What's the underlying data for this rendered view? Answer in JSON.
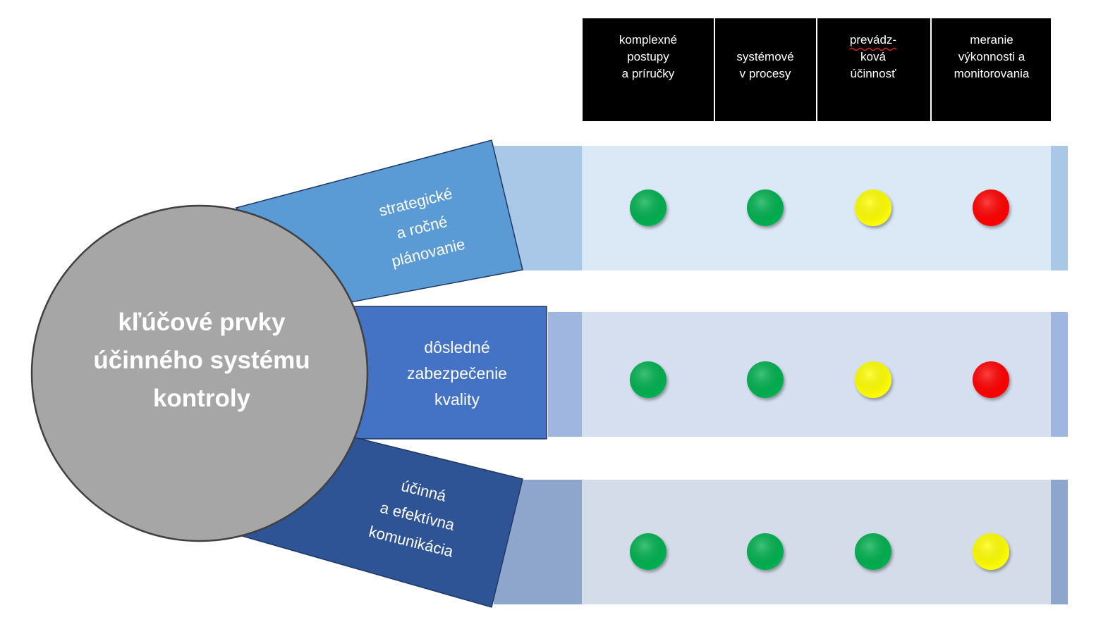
{
  "center": {
    "lines": [
      "kľúčové prvky",
      "účinného systému",
      "kontroly"
    ]
  },
  "columns": [
    {
      "lines": [
        "komplexné",
        "postupy",
        "a príručky"
      ]
    },
    {
      "lines": [
        "systémové",
        "v procesy"
      ]
    },
    {
      "lines": [
        "prevádz-",
        "ková",
        "účinnosť"
      ]
    },
    {
      "lines": [
        "meranie",
        "výkonnosti a",
        "monitorovania"
      ]
    }
  ],
  "rows": [
    {
      "lines": [
        "strategické",
        "a ročné",
        "plánovanie"
      ],
      "status": [
        "green",
        "green",
        "yellow",
        "red"
      ]
    },
    {
      "lines": [
        "dôsledné",
        "zabezpečenie",
        "kvality"
      ],
      "status": [
        "green",
        "green",
        "yellow",
        "red"
      ]
    },
    {
      "lines": [
        "účinná",
        "a efektívna",
        "komunikácia"
      ],
      "status": [
        "green",
        "green",
        "green",
        "yellow"
      ]
    }
  ],
  "colors": {
    "header_bg": "#000000",
    "header_text": "#ffffff",
    "circle": "#a6a6a6",
    "circle_border": "#404040",
    "center_text": "#ffffff",
    "branch": [
      "#5b9bd5",
      "#4472c4",
      "#2f5496"
    ],
    "band_dark": [
      "#a9c8e8",
      "#9fb6e0",
      "#8ea6cc"
    ],
    "band_light": [
      "#dbe8f6",
      "#d6dff0",
      "#d4dcea"
    ],
    "status": {
      "green": "#00b050",
      "yellow": "#ffff00",
      "red": "#ff0000"
    }
  }
}
